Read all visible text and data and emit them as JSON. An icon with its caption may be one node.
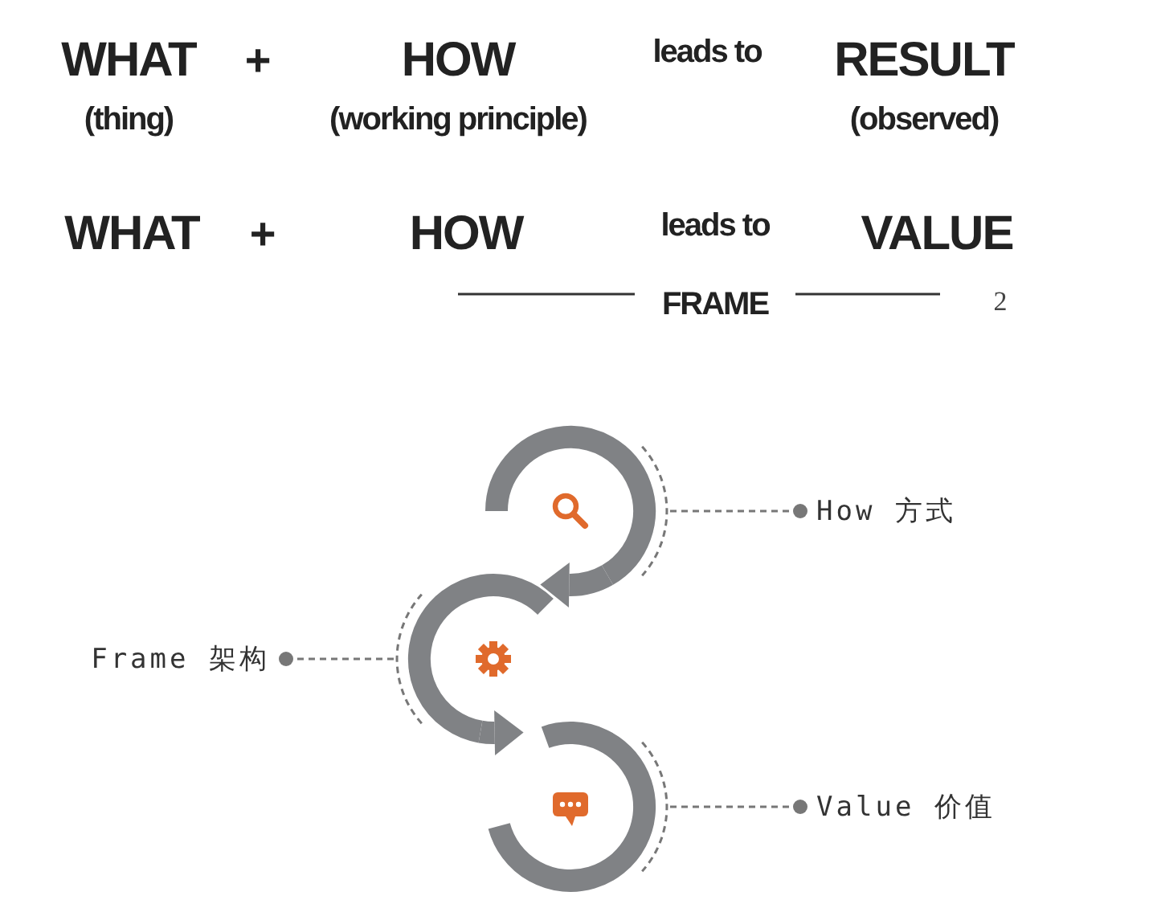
{
  "diagram": {
    "nodes": [
      {
        "text": [],
        "shape": "circle"
      },
      {
        "text": [
          "How 方式"
        ]
      },
      {
        "text": [],
        "shape": "circle"
      },
      {
        "text": [
          "Frame 架构"
        ]
      },
      {
        "text": [],
        "shape": "circle"
      },
      {
        "text": [
          "Value 价值"
        ]
      }
    ],
    "edges": [
      {
        "from": 0,
        "to": 2,
        "arrow": "to",
        "style": "thick"
      },
      {
        "from": 2,
        "to": 4,
        "arrow": "to",
        "style": "thick"
      },
      {
        "from": 1,
        "to": 0,
        "arrow": "other",
        "style": "dashed"
      },
      {
        "from": 3,
        "to": 2,
        "arrow": "other",
        "style": "dashed"
      },
      {
        "from": 5,
        "to": 4,
        "arrow": "other",
        "style": "dashed"
      }
    ],
    "labels": [
      "WHAT",
      "+",
      "HOW",
      "leads to",
      "RESULT",
      "(thing)",
      "(working principle)",
      "(observed)",
      "WHAT",
      "+",
      "HOW",
      "leads to",
      "VALUE",
      "FRAME",
      "2"
    ]
  }
}
